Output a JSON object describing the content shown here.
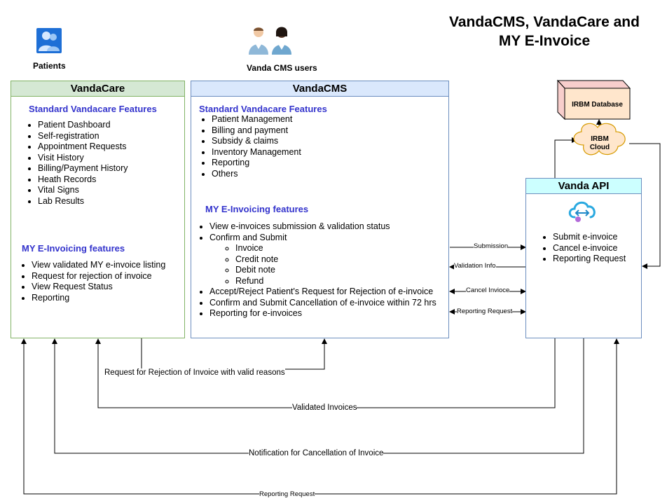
{
  "title": {
    "line1": "VandaCMS, VandaCare and",
    "line2": "MY E-Invoice"
  },
  "actors": {
    "patients": "Patients",
    "cms_users": "Vanda CMS users"
  },
  "vandacare": {
    "header": "VandaCare",
    "standard_title": "Standard Vandacare Features",
    "standard_items": [
      "Patient Dashboard",
      "Self-registration",
      "Appointment Requests",
      "Visit History",
      "Billing/Payment History",
      "Heath Records",
      "Vital Signs",
      "Lab Results"
    ],
    "einv_title": "MY E-Invoicing features",
    "einv_items": [
      "View validated MY e-invoice listing",
      "Request for rejection of invoice",
      "View Request Status",
      "Reporting"
    ]
  },
  "vandacms": {
    "header": "VandaCMS",
    "standard_title": "Standard Vandacare Features",
    "standard_items": [
      "Patient Management",
      "Billing and payment",
      "Subsidy & claims",
      "Inventory Management",
      "Reporting",
      "Others"
    ],
    "einv_title": "MY E-Invoicing features",
    "einv_items": [
      {
        "label": "View e-invoices submission & validation status"
      },
      {
        "label": "Confirm and Submit",
        "children": [
          "Invoice",
          "Credit note",
          "Debit note",
          "Refund"
        ]
      },
      {
        "label": "Accept/Reject Patient's Request for Rejection of e-invoice"
      },
      {
        "label": "Confirm and Submit Cancellation of e-invoice within 72 hrs"
      },
      {
        "label": "Reporting for e-invoices"
      }
    ]
  },
  "vanda_api": {
    "header": "Vanda API",
    "items": [
      "Submit e-invoice",
      "Cancel e-invoice",
      "Reporting Request"
    ],
    "icon": "cloud-api-icon"
  },
  "irbm": {
    "database": "IRBM Database",
    "cloud_line1": "IRBM",
    "cloud_line2": "Cloud"
  },
  "flows": {
    "submission": "Submission",
    "validation_info": "Validation Info",
    "cancel_invoice": "Cancel Invioce",
    "reporting_request_small": "Reporting Request",
    "rejection_request": "Request for Rejection of Invoice with valid reasons",
    "validated_invoices": "Validated Invoices",
    "cancellation_notification": "Notification for Cancellation of Invoice",
    "reporting_request_bottom": "Reporting Request"
  },
  "colors": {
    "vandacare_header": "#d5e8d4",
    "vandacare_border": "#82b366",
    "vandacms_header": "#dae8fc",
    "vandacms_border": "#6c8ebf",
    "api_header": "#ccffff",
    "api_border": "#6c8ebf",
    "section_title": "#3333cc",
    "irbm_fill": "#ffe6cc",
    "irbm_stroke": "#d79b00",
    "database_fill": "#f8cecc"
  }
}
